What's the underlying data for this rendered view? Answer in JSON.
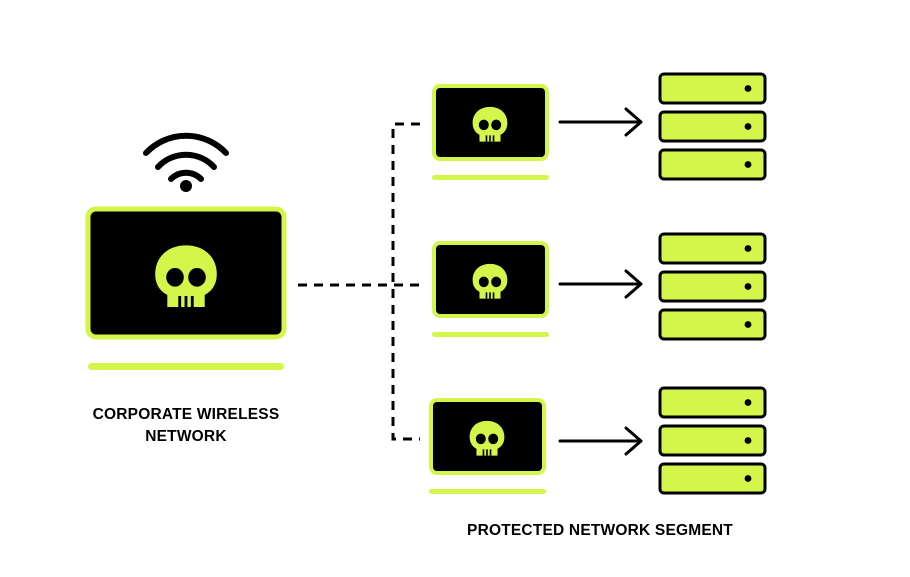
{
  "colors": {
    "accent": "#d4f54a",
    "frame": "#000000",
    "background": "#ffffff"
  },
  "icons": {
    "source": [
      "wifi-icon",
      "laptop-icon",
      "skull-icon"
    ],
    "targets": [
      "laptop-icon",
      "skull-icon",
      "arrow-right-icon",
      "server-stack-icon"
    ]
  },
  "source": {
    "label_line1": "CORPORATE WIRELESS",
    "label_line2": "NETWORK"
  },
  "targets": {
    "count": 3,
    "label": "PROTECTED NETWORK SEGMENT"
  }
}
